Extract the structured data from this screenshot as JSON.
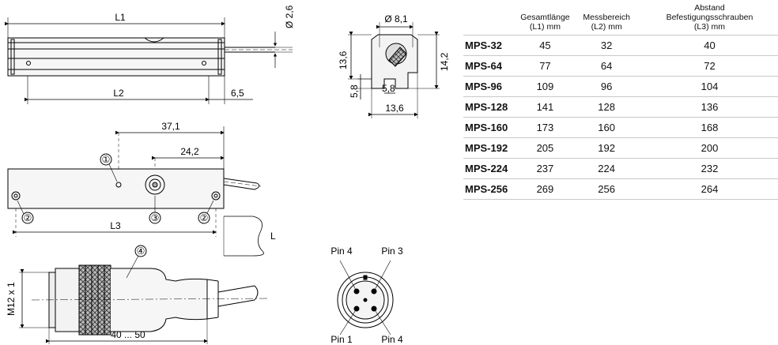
{
  "dimensions": {
    "l1": "L1",
    "l2": "L2",
    "l3": "L3",
    "cable_dia": "Ø 2,6",
    "cable_exit": "6,5",
    "head_dia": "Ø 8,1",
    "h_13_6": "13,6",
    "h_14_2": "14,2",
    "h_5_8_v": "5,8",
    "h_5_8_h": "5,8",
    "w_13_6": "13,6",
    "d_37_1": "37,1",
    "d_24_2": "24,2",
    "cable_length": "L",
    "thread": "M12 x 1",
    "conn_length": "40 ... 50"
  },
  "callouts": [
    "①",
    "②",
    "③",
    "④",
    "②"
  ],
  "pins": {
    "top_left": "Pin 4",
    "top_right": "Pin 3",
    "bottom_left": "Pin 1",
    "bottom_right": "Pin 4"
  },
  "table": {
    "headers": [
      {
        "line1": "",
        "line2": ""
      },
      {
        "line1": "Gesamtlänge",
        "line2": "(L1) mm"
      },
      {
        "line1": "Messbereich",
        "line2": "(L2) mm"
      },
      {
        "line1": "Abstand",
        "line1b": "Befestigungsschrauben",
        "line2": "(L3) mm"
      }
    ],
    "rows": [
      {
        "model": "MPS-32",
        "l1": "45",
        "l2": "32",
        "l3": "40"
      },
      {
        "model": "MPS-64",
        "l1": "77",
        "l2": "64",
        "l3": "72"
      },
      {
        "model": "MPS-96",
        "l1": "109",
        "l2": "96",
        "l3": "104"
      },
      {
        "model": "MPS-128",
        "l1": "141",
        "l2": "128",
        "l3": "136"
      },
      {
        "model": "MPS-160",
        "l1": "173",
        "l2": "160",
        "l3": "168"
      },
      {
        "model": "MPS-192",
        "l1": "205",
        "l2": "192",
        "l3": "200"
      },
      {
        "model": "MPS-224",
        "l1": "237",
        "l2": "224",
        "l3": "232"
      },
      {
        "model": "MPS-256",
        "l1": "269",
        "l2": "256",
        "l3": "264"
      }
    ]
  }
}
